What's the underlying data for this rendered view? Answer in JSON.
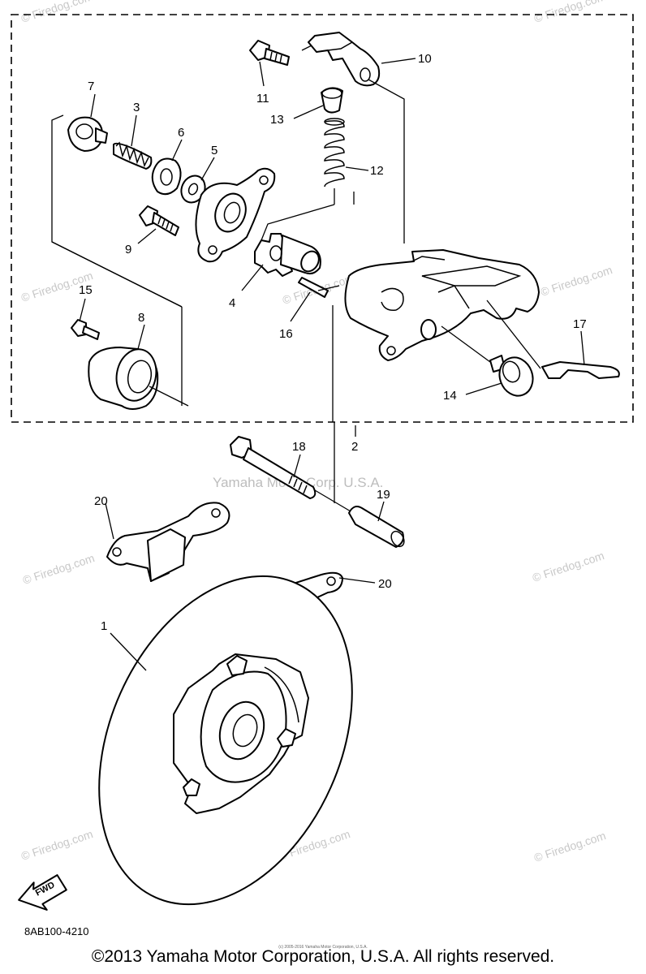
{
  "callouts": {
    "c1": "1",
    "c2": "2",
    "c3": "3",
    "c4": "4",
    "c5": "5",
    "c6": "6",
    "c7": "7",
    "c8": "8",
    "c9": "9",
    "c10": "10",
    "c11": "11",
    "c12": "12",
    "c13": "13",
    "c14": "14",
    "c15": "15",
    "c16": "16",
    "c17": "17",
    "c18": "18",
    "c19": "19",
    "c20a": "20",
    "c20b": "20"
  },
  "watermark": {
    "firedog": "© Firedog.com",
    "yamaha": "Yamaha Motor Corp. U.S.A."
  },
  "fwd_label": "FWD",
  "diagram_code": "8AB100-4210",
  "tiny_credit": "(c) 2005-2016 Yamaha Motor Corporation, U.S.A.",
  "copyright": "©2013 Yamaha Motor Corporation, U.S.A. All rights reserved.",
  "colors": {
    "line": "#000000",
    "watermark": "#c8c8c8",
    "background": "#ffffff"
  }
}
